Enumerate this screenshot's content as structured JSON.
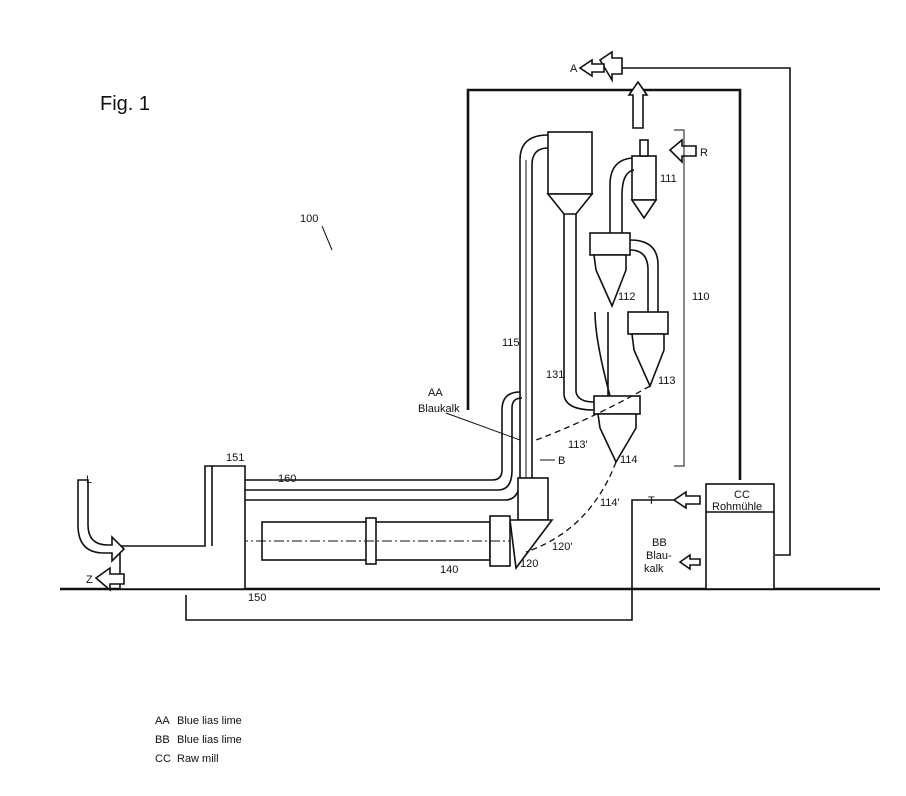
{
  "figure": {
    "title": "Fig. 1",
    "ref_main": "100"
  },
  "labels": {
    "preheater": "110",
    "cyclone1": "111",
    "cyclone2": "112",
    "cyclone3": "113",
    "cyclone3_line": "113'",
    "cyclone4": "114",
    "cyclone4_line": "114'",
    "riser": "115",
    "inlet": "120",
    "inlet_line": "120'",
    "duct": "131",
    "kiln": "140",
    "return": "150",
    "cooler": "151",
    "tertiary": "160",
    "A": "A",
    "R": "R",
    "T": "T",
    "Z": "Z",
    "L": "L",
    "B": "B"
  },
  "annotations": {
    "aa_code": "AA",
    "aa_text": "Blaukalk",
    "bb_code": "BB",
    "bb_text1": "Blau-",
    "bb_text2": "kalk",
    "cc_code": "CC",
    "cc_text": "Rohmühle"
  },
  "legend": [
    {
      "code": "AA",
      "text": "Blue lias lime"
    },
    {
      "code": "BB",
      "text": "Blue lias lime"
    },
    {
      "code": "CC",
      "text": "Raw mill"
    }
  ]
}
